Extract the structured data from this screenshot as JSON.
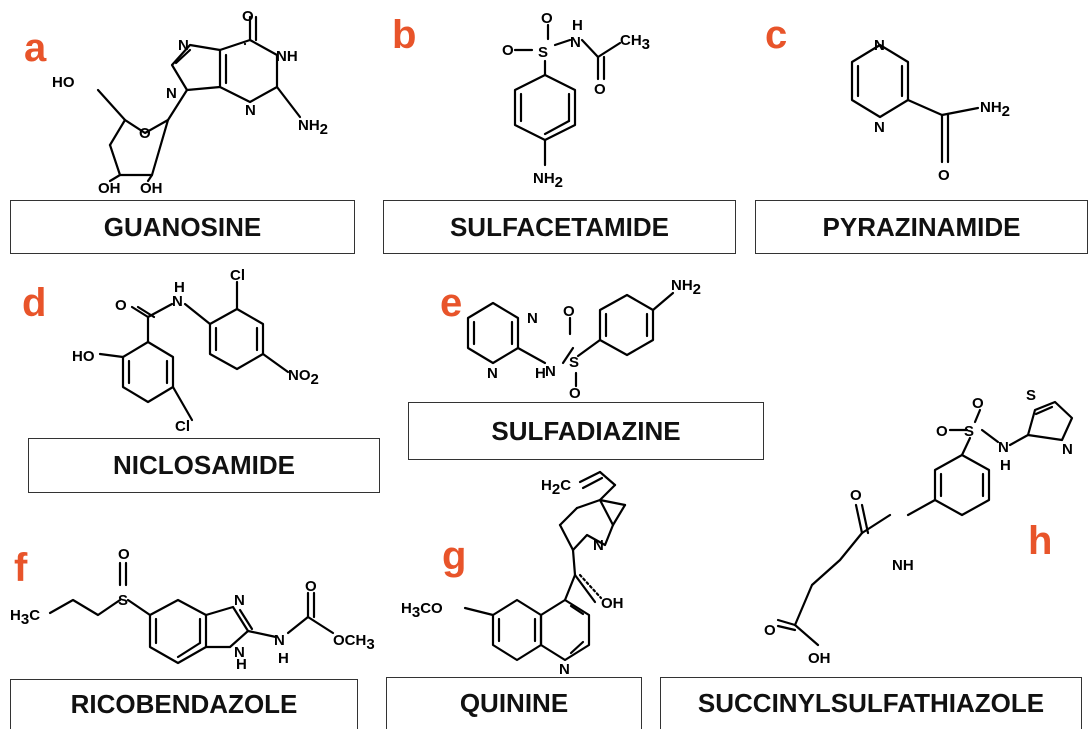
{
  "accent_color": "#e8542a",
  "compounds": [
    {
      "letter": "a",
      "name": "GUANOSINE"
    },
    {
      "letter": "b",
      "name": "SULFACETAMIDE"
    },
    {
      "letter": "c",
      "name": "PYRAZINAMIDE"
    },
    {
      "letter": "d",
      "name": "NICLOSAMIDE"
    },
    {
      "letter": "e",
      "name": "SULFADIAZINE"
    },
    {
      "letter": "f",
      "name": "RICOBENDAZOLE"
    },
    {
      "letter": "g",
      "name": "QUININE"
    },
    {
      "letter": "h",
      "name": "SUCCINYLSULFATHIAZOLE"
    }
  ],
  "atom_labels": {
    "O": "O",
    "N": "N",
    "H": "H",
    "S": "S",
    "NH": "NH",
    "HO": "HO",
    "OH": "OH",
    "NH2": "NH",
    "sub2": "2",
    "CH3": "CH",
    "sub3": "3",
    "Cl": "Cl",
    "NO2": "NO",
    "H3C": "H",
    "H3C_c": "C",
    "OCH3": "OCH",
    "H3CO": "CO",
    "H2C": "H",
    "H2C_c": "C"
  }
}
